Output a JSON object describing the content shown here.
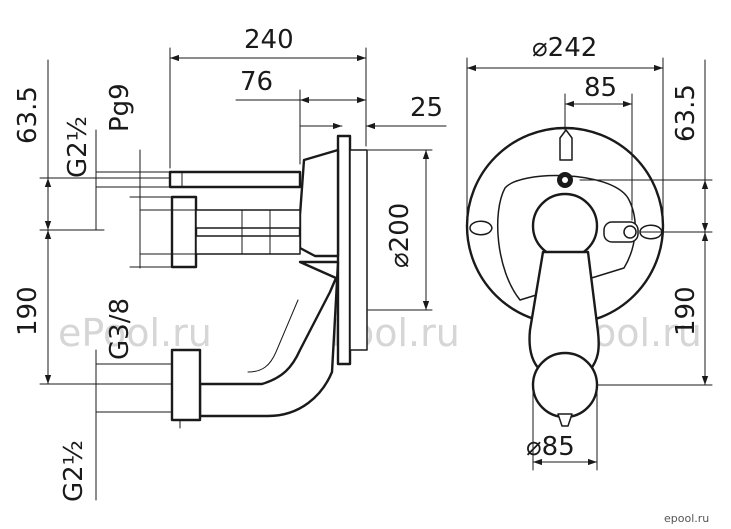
{
  "side_view": {
    "dim_overall_width": "240",
    "dim_inner_width": "76",
    "dim_flange_depth": "25",
    "dim_top_offset": "63.5",
    "dim_upper_thread": "G2½",
    "dim_cable_gland": "Pg9",
    "dim_lower_thread_small": "G3/8",
    "dim_vertical_spacing": "190",
    "dim_bottom_thread": "G2½",
    "dim_flange_diameter": "⌀200"
  },
  "front_view": {
    "dim_outer_diameter": "⌀242",
    "dim_center_offset": "85",
    "dim_top_offset": "63.5",
    "dim_vertical_spacing": "190",
    "dim_nozzle_diameter": "⌀85"
  },
  "watermarks": {
    "center": "ePool.ru",
    "left": "ePool.ru",
    "right": "ePool.ru",
    "corner": "epool.ru"
  }
}
